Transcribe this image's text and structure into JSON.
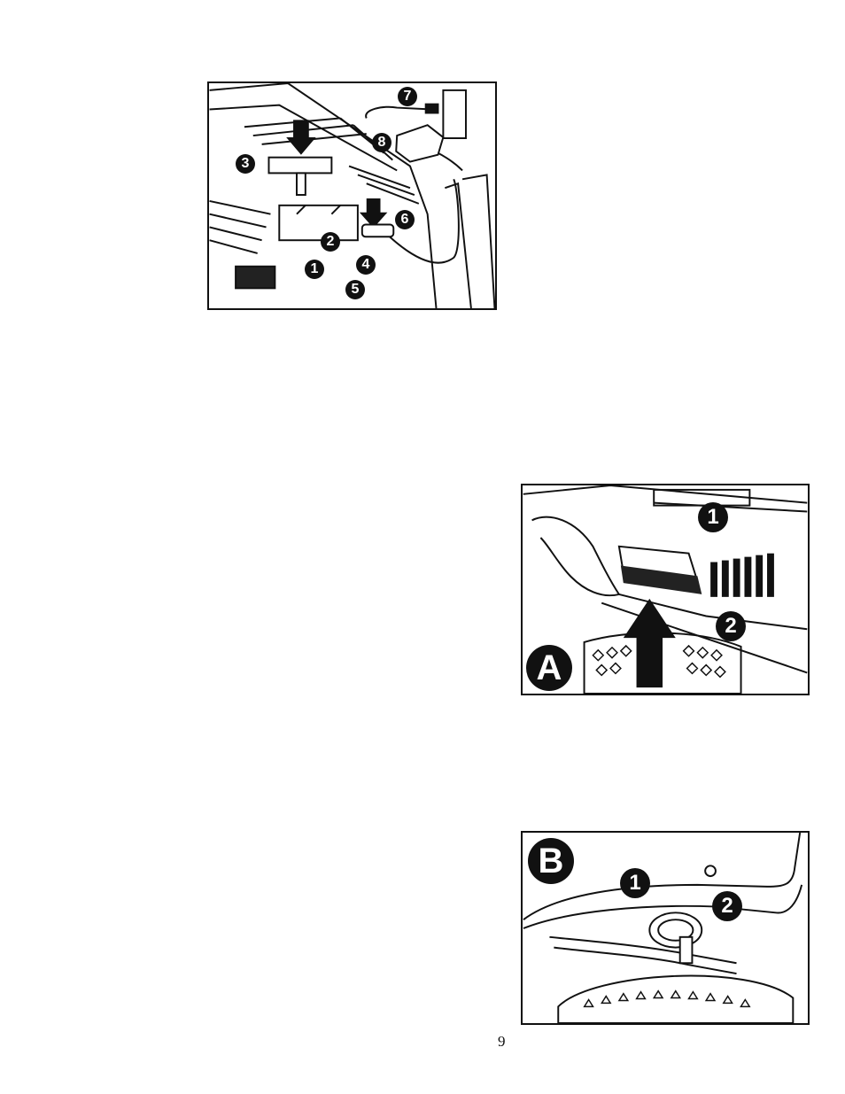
{
  "figure_top": {
    "callouts": [
      "1",
      "2",
      "3",
      "4",
      "5",
      "6",
      "7",
      "8"
    ]
  },
  "figure_a": {
    "panel_label": "A",
    "callouts": [
      "1",
      "2"
    ]
  },
  "figure_b": {
    "panel_label": "B",
    "callouts": [
      "1",
      "2"
    ]
  },
  "page_number": "9"
}
